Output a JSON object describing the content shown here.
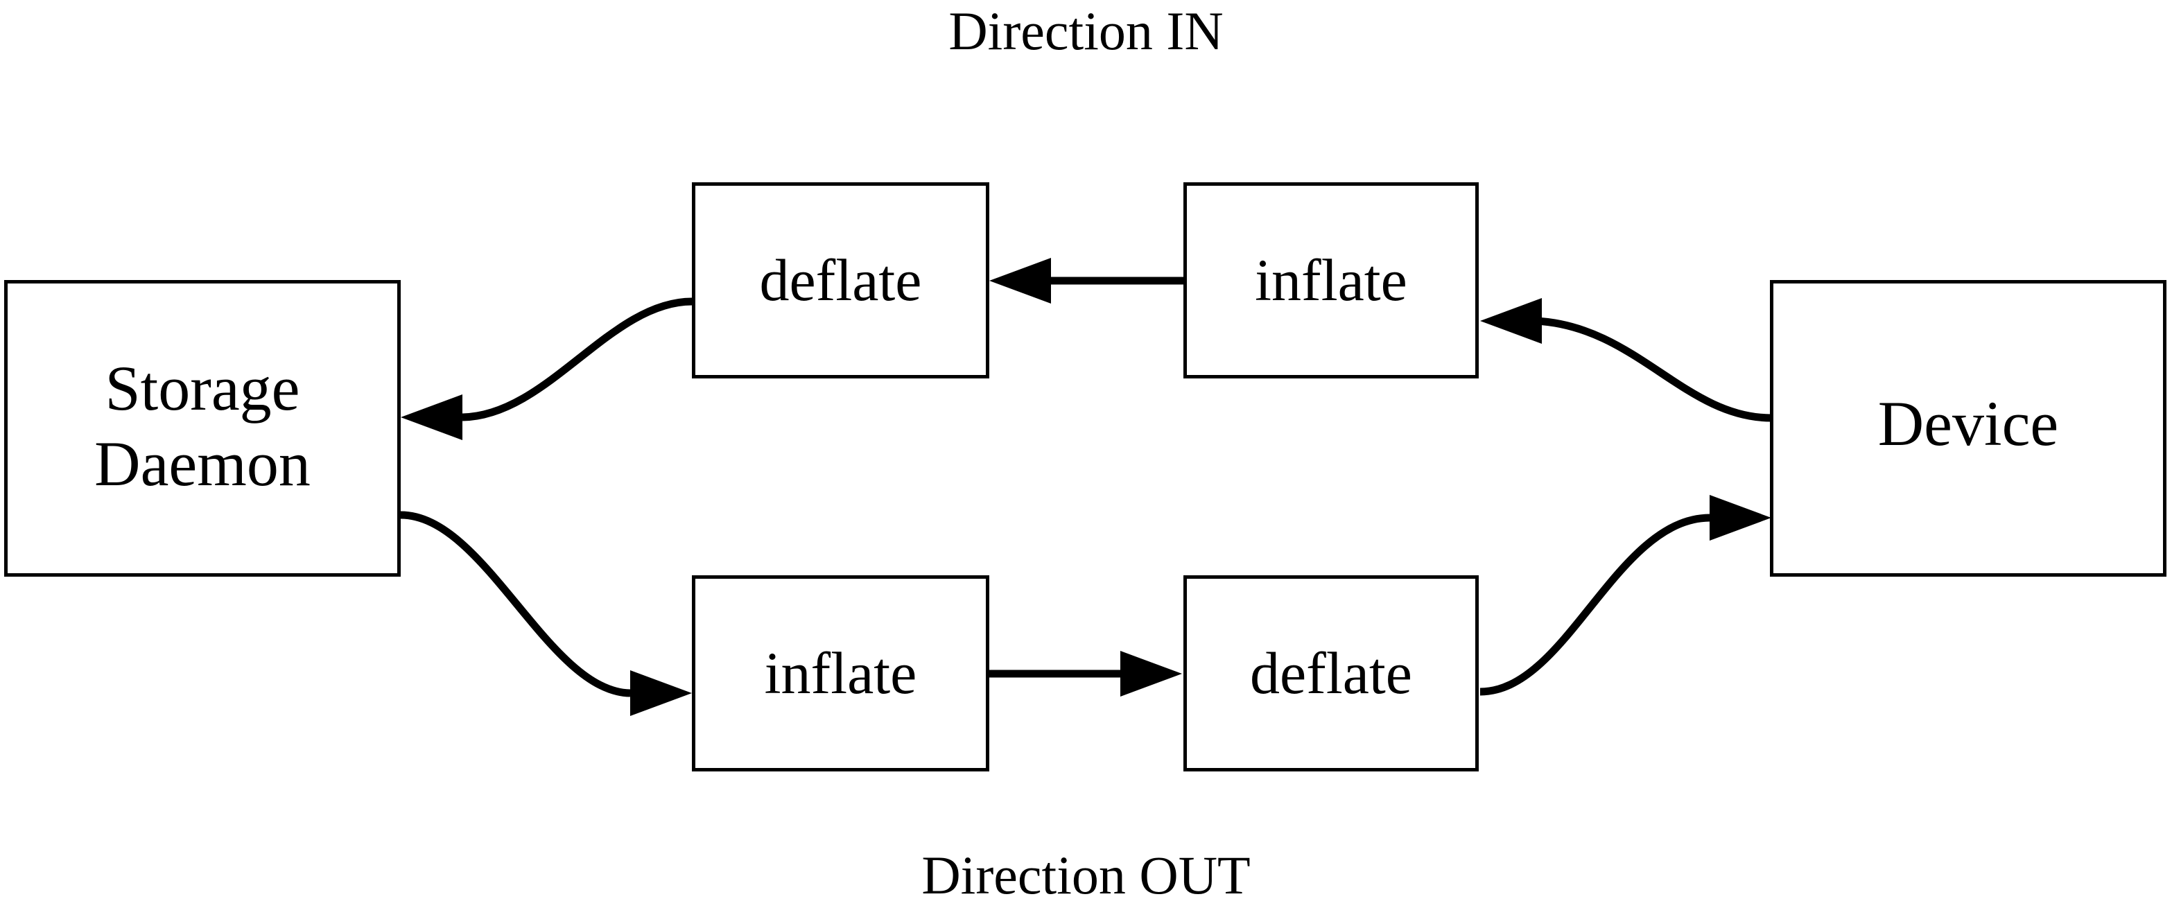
{
  "diagram": {
    "title_top": "Direction IN",
    "title_bottom": "Direction OUT",
    "background_color": "#ffffff",
    "stroke_color": "#000000",
    "nodes": [
      {
        "id": "storage-daemon",
        "label": "Storage\nDaemon"
      },
      {
        "id": "deflate-in",
        "label": "deflate"
      },
      {
        "id": "inflate-in",
        "label": "inflate"
      },
      {
        "id": "inflate-out",
        "label": "inflate"
      },
      {
        "id": "deflate-out",
        "label": "deflate"
      },
      {
        "id": "device",
        "label": "Device"
      }
    ],
    "edges": [
      {
        "id": "device-to-inflate-in",
        "from": "device",
        "to": "inflate-in",
        "direction": "IN",
        "style": "curved",
        "arrow": "left"
      },
      {
        "id": "inflate-in-to-deflate-in",
        "from": "inflate-in",
        "to": "deflate-in",
        "direction": "IN",
        "style": "straight",
        "arrow": "left"
      },
      {
        "id": "deflate-in-to-storage",
        "from": "deflate-in",
        "to": "storage-daemon",
        "direction": "IN",
        "style": "curved",
        "arrow": "left"
      },
      {
        "id": "storage-to-inflate-out",
        "from": "storage-daemon",
        "to": "inflate-out",
        "direction": "OUT",
        "style": "curved",
        "arrow": "right"
      },
      {
        "id": "inflate-out-to-deflate-out",
        "from": "inflate-out",
        "to": "deflate-out",
        "direction": "OUT",
        "style": "straight",
        "arrow": "right"
      },
      {
        "id": "deflate-out-to-device",
        "from": "deflate-out",
        "to": "device",
        "direction": "OUT",
        "style": "curved",
        "arrow": "right"
      }
    ]
  }
}
